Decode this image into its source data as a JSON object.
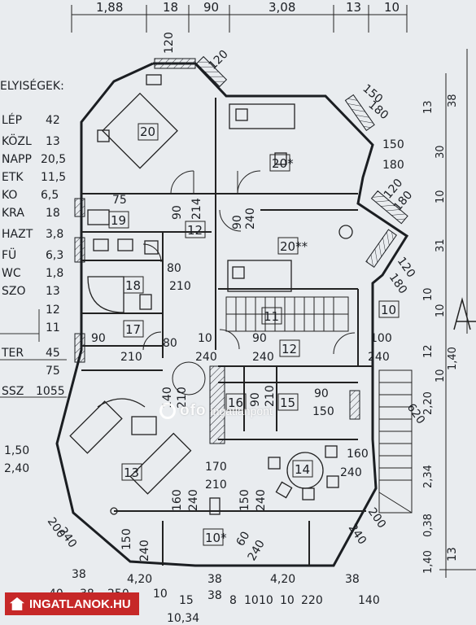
{
  "legend": {
    "heading": "ELYISÉGEK:",
    "rows": [
      {
        "name": "LÉP",
        "value": "42"
      },
      {
        "name": "KÖZL",
        "value": "13"
      },
      {
        "name": "NAPP",
        "value": "20,5"
      },
      {
        "name": "ETK",
        "value": "11,5"
      },
      {
        "name": "KO",
        "value": "6,5"
      },
      {
        "name": "KRA",
        "value": "18"
      },
      {
        "name": "HAZT",
        "value": "3,8"
      },
      {
        "name": "FÜ",
        "value": "6,3"
      },
      {
        "name": "WC",
        "value": "1,8"
      },
      {
        "name": "SZO",
        "value": "13"
      },
      {
        "name": "",
        "value": "12"
      },
      {
        "name": "",
        "value": "11"
      },
      {
        "name": "TER",
        "value": "45"
      },
      {
        "name": "",
        "value": "75"
      },
      {
        "name": "SSZ",
        "value": "1055"
      }
    ]
  },
  "top_dims": [
    "1,88",
    "18",
    "90",
    "3,08",
    "13",
    "10"
  ],
  "right_dims": [
    "38",
    "13",
    "30",
    "10",
    "31",
    "10",
    "10",
    "12",
    "10",
    "1,40",
    "2,20",
    "2,34",
    "0,38",
    "1,40"
  ],
  "room_labels": [
    {
      "id": "room-20-nw",
      "text": "20"
    },
    {
      "id": "room-20-ne",
      "text": "20*"
    },
    {
      "id": "room-20-e",
      "text": "20**"
    },
    {
      "id": "room-19",
      "text": "19"
    },
    {
      "id": "room-12-a",
      "text": "12"
    },
    {
      "id": "room-18",
      "text": "18"
    },
    {
      "id": "room-17",
      "text": "17"
    },
    {
      "id": "room-11",
      "text": "11"
    },
    {
      "id": "room-10-e",
      "text": "10"
    },
    {
      "id": "room-12-b",
      "text": "12"
    },
    {
      "id": "room-16",
      "text": "16"
    },
    {
      "id": "room-15",
      "text": "15"
    },
    {
      "id": "room-13",
      "text": "13"
    },
    {
      "id": "room-14",
      "text": "14"
    },
    {
      "id": "room-10-s",
      "text": "10*"
    }
  ],
  "dim_labels": [
    "120",
    "120",
    "150",
    "180",
    "150",
    "180",
    "120",
    "180",
    "120",
    "180",
    "75",
    "90",
    "214",
    "90",
    "240",
    "80",
    "210",
    "90",
    "210",
    "80",
    "10",
    "240",
    "90",
    "240",
    "100",
    "240",
    "90",
    "150",
    "1,50",
    "2,40",
    "170",
    "210",
    "160",
    "240",
    "150",
    "240",
    "200",
    "240",
    "200",
    "240",
    "160",
    "240",
    "60",
    "240",
    "150",
    "240",
    "4,20",
    "38",
    "4,20",
    "38",
    "40",
    "38",
    "250",
    "10",
    "15",
    "38",
    "8",
    "10",
    "10",
    "10",
    "220",
    "38",
    "140",
    "10,34",
    "140",
    "210",
    "90",
    "210",
    "620",
    "13"
  ],
  "watermark": {
    "text_a": "ofo",
    "text_b": "ingatlanpont"
  },
  "brand": {
    "text": "INGATLANOK.HU"
  }
}
